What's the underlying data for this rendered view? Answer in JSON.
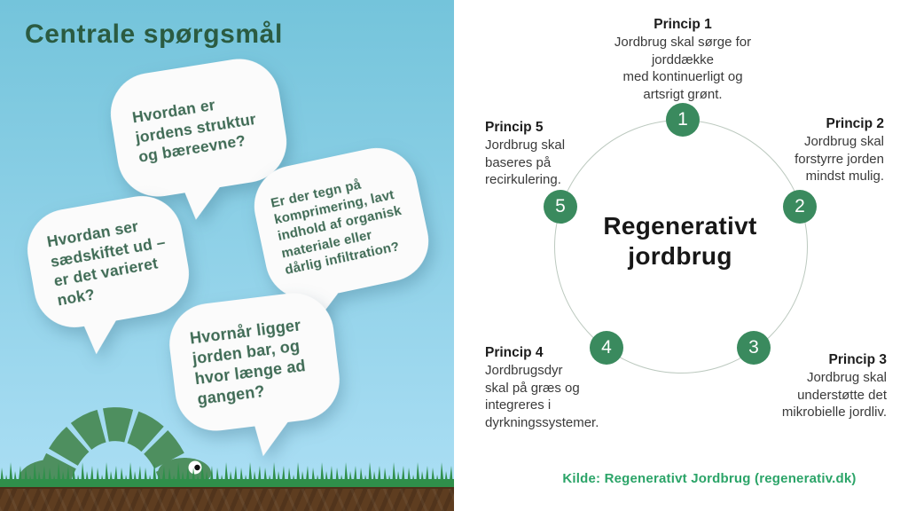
{
  "left": {
    "title": "Centrale spørgsmål",
    "bubbles": [
      {
        "text": "Hvordan er\njordens struktur\nog bæreevne?"
      },
      {
        "text": "Er der tegn på\nkomprimering, lavt\nindhold af organisk\nmateriale eller\ndårlig infiltration?"
      },
      {
        "text": "Hvordan ser\nsædskiftet ud –\ner det varieret\nnok?"
      },
      {
        "text": "Hvornår ligger\njorden bar, og\nhvor længe ad\ngangen?"
      }
    ]
  },
  "right": {
    "center_title_line1": "Regenerativt",
    "center_title_line2": "jordbrug",
    "principles": [
      {
        "number": "1",
        "label": "Princip 1",
        "text": "Jordbrug skal sørge for\njorddække\nmed kontinuerligt og\nartsrigt grønt."
      },
      {
        "number": "2",
        "label": "Princip 2",
        "text": "Jordbrug skal\nforstyrre jorden\nmindst mulig."
      },
      {
        "number": "3",
        "label": "Princip 3",
        "text": "Jordbrug skal\nunderstøtte det\nmikrobielle jordliv."
      },
      {
        "number": "4",
        "label": "Princip 4",
        "text": "Jordbrugsdyr\nskal på græs og\nintegreres i\ndyrkningssystemer."
      },
      {
        "number": "5",
        "label": "Princip 5",
        "text": "Jordbrug skal\nbaseres på\nrecirkulering."
      }
    ],
    "source": "Kilde: Regenerativt Jordbrug (regenerativ.dk)"
  },
  "colors": {
    "sky_top": "#74c4db",
    "sky_bottom": "#a8ddf3",
    "title_green": "#2b5b41",
    "bubble_text_green": "#3f6b55",
    "badge_green": "#3a8a5e",
    "source_green": "#2ba468",
    "grass_green": "#2f8f4a",
    "worm_green": "#4e8f5f",
    "soil_brown": "#5e3d20"
  }
}
